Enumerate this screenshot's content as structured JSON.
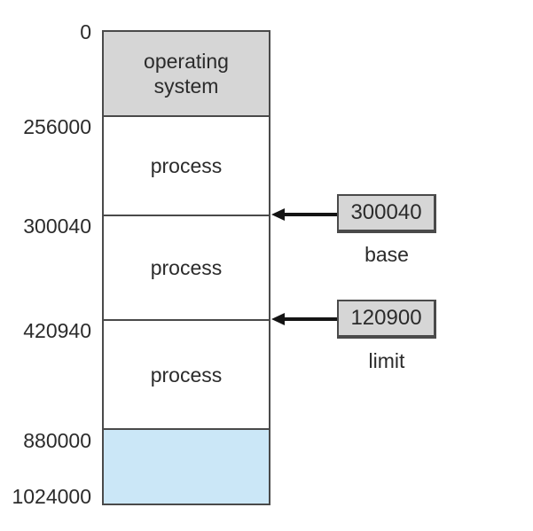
{
  "figure": {
    "memory": {
      "segments": [
        {
          "label": "operating system",
          "kind": "os"
        },
        {
          "label": "process",
          "kind": "process"
        },
        {
          "label": "process",
          "kind": "process"
        },
        {
          "label": "process",
          "kind": "process"
        },
        {
          "label": "",
          "kind": "free"
        }
      ],
      "addresses": [
        "0",
        "256000",
        "300040",
        "420940",
        "880000",
        "1024000"
      ]
    },
    "registers": [
      {
        "value": "300040",
        "label": "base"
      },
      {
        "value": "120900",
        "label": "limit"
      }
    ],
    "colors": {
      "os_segment_fill": "#d6d6d6",
      "free_segment_fill": "#cbe7f7",
      "register_fill": "#d6d6d6",
      "border": "#4a4a4a",
      "arrow": "#141414",
      "background": "#ffffff"
    }
  }
}
